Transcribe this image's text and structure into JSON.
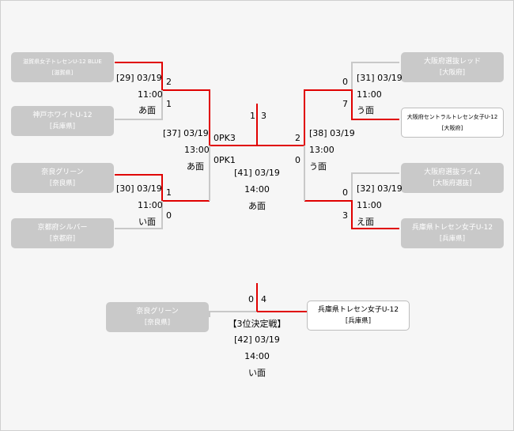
{
  "colors": {
    "win_line": "#e00000",
    "lose_line": "#c8c8c8",
    "lose_box": "#c9c9c9"
  },
  "teams": {
    "shiga": {
      "name": "滋賀県女子トレセンU-12 BLUE",
      "pref": "[滋賀県]"
    },
    "kobe": {
      "name": "神戸ホワイトU-12",
      "pref": "[兵庫県]"
    },
    "nara": {
      "name": "奈良グリーン",
      "pref": "[奈良県]"
    },
    "kyoto": {
      "name": "京都府シルバー",
      "pref": "[京都府]"
    },
    "osaka_red": {
      "name": "大阪府選抜レッド",
      "pref": "[大阪府]"
    },
    "osaka_c": {
      "name": "大阪府セントラルトレセン女子U-12",
      "pref": "[大阪府]"
    },
    "osaka_lime": {
      "name": "大阪府選抜ライム",
      "pref": "[大阪府選抜]"
    },
    "hyogo": {
      "name": "兵庫県トレセン女子U-12",
      "pref": "[兵庫県]"
    },
    "nara3": {
      "name": "奈良グリーン",
      "pref": "[奈良県]"
    },
    "hyogo3": {
      "name": "兵庫県トレセン女子U-12",
      "pref": "[兵庫県]"
    }
  },
  "matches": {
    "m29": {
      "id": "[29] 03/19",
      "time": "11:00",
      "court": "あ面",
      "s1": "2",
      "s2": "1"
    },
    "m30": {
      "id": "[30] 03/19",
      "time": "11:00",
      "court": "い面",
      "s1": "1",
      "s2": "0"
    },
    "m31": {
      "id": "[31] 03/19",
      "time": "11:00",
      "court": "う面",
      "s1": "0",
      "s2": "7"
    },
    "m32": {
      "id": "[32] 03/19",
      "time": "11:00",
      "court": "え面",
      "s1": "0",
      "s2": "3"
    },
    "m37": {
      "id": "[37] 03/19",
      "time": "13:00",
      "court": "あ面",
      "pk1": "0PK3",
      "pk2": "0PK1"
    },
    "m38": {
      "id": "[38] 03/19",
      "time": "13:00",
      "court": "う面",
      "s1": "2",
      "s2": "0"
    },
    "m41": {
      "id": "[41] 03/19",
      "time": "14:00",
      "court": "あ面",
      "s1": "1",
      "s2": "3"
    },
    "m42": {
      "title": "【3位決定戦】",
      "id": "[42] 03/19",
      "time": "14:00",
      "court": "い面",
      "s1": "0",
      "s2": "4"
    }
  }
}
